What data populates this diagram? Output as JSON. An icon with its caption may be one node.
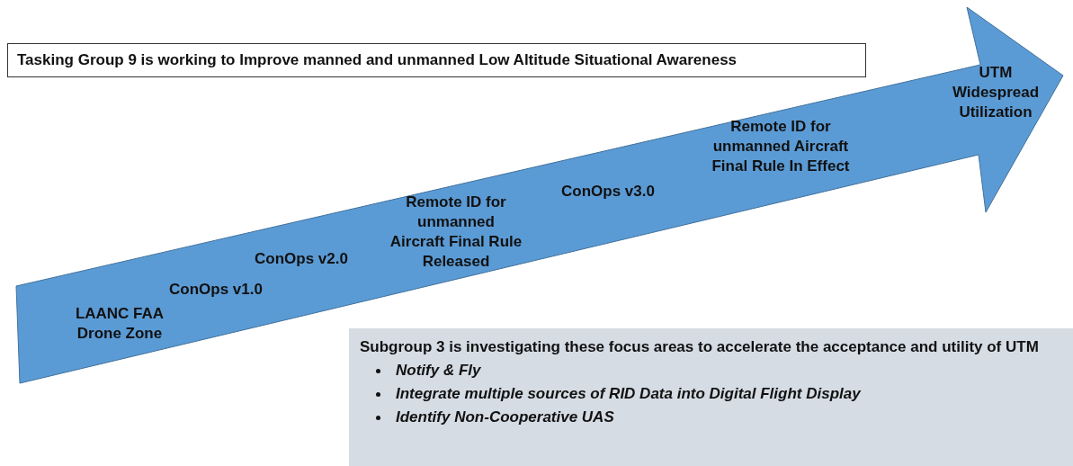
{
  "diagram": {
    "nodes": [
      {
        "text": [
          "LAANC FAA Drone Zone",
          "ConOps v1.0",
          "ConOps v2.0",
          "Remote ID for unmanned Aircraft Final Rule Released",
          "ConOps v3.0",
          "Remote ID for unmanned Aircraft Final Rule In Effect",
          "UTM Widespread Utilization"
        ]
      },
      {
        "text": [
          "Tasking Group 9 is working to Improve manned and unmanned Low Altitude Situational Awareness"
        ]
      },
      {
        "text": [
          "Subgroup 3 is investigating these focus areas to accelerate the acceptance and utility of UTM",
          "Notify & Fly",
          "Integrate multiple sources of RID Data into Digital Flight Display",
          "Identify Non-Cooperative UAS"
        ]
      }
    ],
    "edges": []
  }
}
